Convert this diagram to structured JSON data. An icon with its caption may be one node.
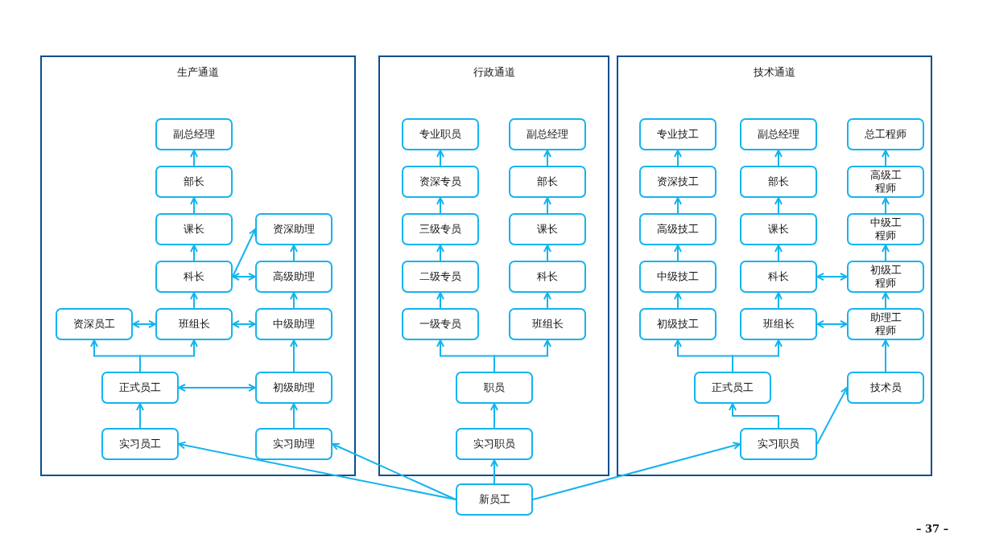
{
  "diagram": {
    "nodes": [
      {
        "text": [
          "生产通道"
        ]
      },
      {
        "text": [
          "副总经理"
        ],
        "in": 0
      },
      {
        "text": [
          "部长"
        ],
        "in": 0
      },
      {
        "text": [
          "课长"
        ],
        "in": 0
      },
      {
        "text": [
          "资深助理"
        ],
        "in": 0
      },
      {
        "text": [
          "科长"
        ],
        "in": 0
      },
      {
        "text": [
          "高级助理"
        ],
        "in": 0
      },
      {
        "text": [
          "资深员工"
        ],
        "in": 0
      },
      {
        "text": [
          "班组长"
        ],
        "in": 0
      },
      {
        "text": [
          "中级助理"
        ],
        "in": 0
      },
      {
        "text": [
          "正式员工"
        ],
        "in": 0
      },
      {
        "text": [
          "初级助理"
        ],
        "in": 0
      },
      {
        "text": [
          "实习员工"
        ],
        "in": 0
      },
      {
        "text": [
          "实习助理"
        ],
        "in": 0
      },
      {
        "text": [
          "行政通道"
        ]
      },
      {
        "text": [
          "专业职员"
        ],
        "in": 14
      },
      {
        "text": [
          "副总经理"
        ],
        "in": 14
      },
      {
        "text": [
          "资深专员"
        ],
        "in": 14
      },
      {
        "text": [
          "部长"
        ],
        "in": 14
      },
      {
        "text": [
          "三级专员"
        ],
        "in": 14
      },
      {
        "text": [
          "课长"
        ],
        "in": 14
      },
      {
        "text": [
          "二级专员"
        ],
        "in": 14
      },
      {
        "text": [
          "科长"
        ],
        "in": 14
      },
      {
        "text": [
          "一级专员"
        ],
        "in": 14
      },
      {
        "text": [
          "班组长"
        ],
        "in": 14
      },
      {
        "text": [
          "职员"
        ],
        "in": 14
      },
      {
        "text": [
          "实习职员"
        ],
        "in": 14
      },
      {
        "text": [
          "技术通道"
        ]
      },
      {
        "text": [
          "专业技工"
        ],
        "in": 27
      },
      {
        "text": [
          "副总经理"
        ],
        "in": 27
      },
      {
        "text": [
          "总工程师"
        ],
        "in": 27
      },
      {
        "text": [
          "资深技工"
        ],
        "in": 27
      },
      {
        "text": [
          "部长"
        ],
        "in": 27
      },
      {
        "text": [
          "高级工程师"
        ],
        "in": 27
      },
      {
        "text": [
          "高级技工"
        ],
        "in": 27
      },
      {
        "text": [
          "课长"
        ],
        "in": 27
      },
      {
        "text": [
          "中级工程师"
        ],
        "in": 27
      },
      {
        "text": [
          "中级技工"
        ],
        "in": 27
      },
      {
        "text": [
          "科长"
        ],
        "in": 27
      },
      {
        "text": [
          "初级工程师"
        ],
        "in": 27
      },
      {
        "text": [
          "初级技工"
        ],
        "in": 27
      },
      {
        "text": [
          "班组长"
        ],
        "in": 27
      },
      {
        "text": [
          "助理工程师"
        ],
        "in": 27
      },
      {
        "text": [
          "正式员工"
        ],
        "in": 27
      },
      {
        "text": [
          "技术员"
        ],
        "in": 27
      },
      {
        "text": [
          "实习职员"
        ],
        "in": 27
      },
      {
        "text": [
          "新员工"
        ]
      }
    ],
    "edges": [
      {
        "from": 2,
        "to": 1,
        "arrow": "to"
      },
      {
        "from": 3,
        "to": 2,
        "arrow": "to"
      },
      {
        "from": 5,
        "to": 3,
        "arrow": "to"
      },
      {
        "from": 5,
        "to": 4,
        "arrow": "to"
      },
      {
        "from": 6,
        "to": 4,
        "arrow": "to"
      },
      {
        "from": 5,
        "to": 6,
        "arrow": "both"
      },
      {
        "from": 8,
        "to": 5,
        "arrow": "to"
      },
      {
        "from": 7,
        "to": 8,
        "arrow": "both"
      },
      {
        "from": 8,
        "to": 9,
        "arrow": "both"
      },
      {
        "from": 9,
        "to": 6,
        "arrow": "to"
      },
      {
        "from": 10,
        "to": 7,
        "arrow": "to"
      },
      {
        "from": 10,
        "to": 8,
        "arrow": "to"
      },
      {
        "from": 10,
        "to": 11,
        "arrow": "both"
      },
      {
        "from": 11,
        "to": 9,
        "arrow": "to"
      },
      {
        "from": 12,
        "to": 10,
        "arrow": "to"
      },
      {
        "from": 13,
        "to": 11,
        "arrow": "to"
      },
      {
        "from": 17,
        "to": 15,
        "arrow": "to"
      },
      {
        "from": 19,
        "to": 17,
        "arrow": "to"
      },
      {
        "from": 21,
        "to": 19,
        "arrow": "to"
      },
      {
        "from": 23,
        "to": 21,
        "arrow": "to"
      },
      {
        "from": 18,
        "to": 16,
        "arrow": "to"
      },
      {
        "from": 20,
        "to": 18,
        "arrow": "to"
      },
      {
        "from": 22,
        "to": 20,
        "arrow": "to"
      },
      {
        "from": 24,
        "to": 22,
        "arrow": "to"
      },
      {
        "from": 25,
        "to": 23,
        "arrow": "to"
      },
      {
        "from": 25,
        "to": 24,
        "arrow": "to"
      },
      {
        "from": 26,
        "to": 25,
        "arrow": "to"
      },
      {
        "from": 31,
        "to": 28,
        "arrow": "to"
      },
      {
        "from": 34,
        "to": 31,
        "arrow": "to"
      },
      {
        "from": 37,
        "to": 34,
        "arrow": "to"
      },
      {
        "from": 40,
        "to": 37,
        "arrow": "to"
      },
      {
        "from": 32,
        "to": 29,
        "arrow": "to"
      },
      {
        "from": 35,
        "to": 32,
        "arrow": "to"
      },
      {
        "from": 38,
        "to": 35,
        "arrow": "to"
      },
      {
        "from": 41,
        "to": 38,
        "arrow": "to"
      },
      {
        "from": 33,
        "to": 30,
        "arrow": "to"
      },
      {
        "from": 36,
        "to": 33,
        "arrow": "to"
      },
      {
        "from": 39,
        "to": 36,
        "arrow": "to"
      },
      {
        "from": 42,
        "to": 39,
        "arrow": "to"
      },
      {
        "from": 38,
        "to": 39,
        "arrow": "both"
      },
      {
        "from": 41,
        "to": 42,
        "arrow": "both"
      },
      {
        "from": 43,
        "to": 40,
        "arrow": "to"
      },
      {
        "from": 43,
        "to": 41,
        "arrow": "to"
      },
      {
        "from": 44,
        "to": 42,
        "arrow": "to"
      },
      {
        "from": 45,
        "to": 43,
        "arrow": "to"
      },
      {
        "from": 45,
        "to": 44,
        "arrow": "to"
      },
      {
        "from": 46,
        "to": 12,
        "arrow": "to"
      },
      {
        "from": 46,
        "to": 13,
        "arrow": "to"
      },
      {
        "from": 46,
        "to": 26,
        "arrow": "to"
      },
      {
        "from": 46,
        "to": 45,
        "arrow": "to"
      }
    ],
    "labels": [
      "– 37 –"
    ]
  }
}
